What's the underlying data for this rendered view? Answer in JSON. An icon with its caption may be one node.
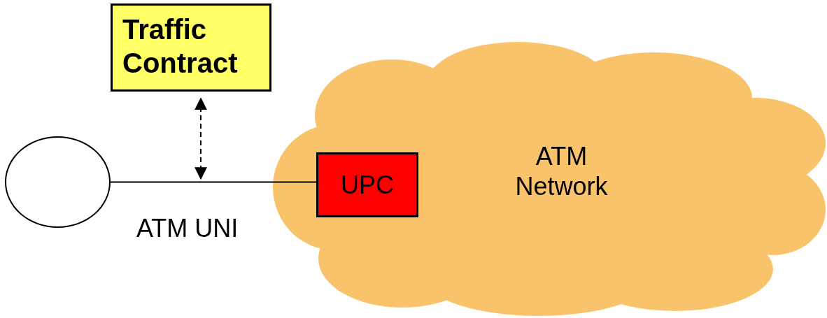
{
  "diagram": {
    "nodes": [
      {
        "text": [
          "Traffic Contract"
        ]
      },
      {
        "text": [],
        "shape": "circle"
      },
      {
        "text": [
          "ATM Network"
        ]
      },
      {
        "text": [
          "UPC"
        ],
        "in": 2
      }
    ],
    "edges": [
      {
        "from": 1,
        "to": 3,
        "arrow": "none",
        "label": "ATM UNI"
      },
      {
        "from": 0,
        "to": null,
        "arrow": "both",
        "style": "dashed"
      }
    ]
  }
}
